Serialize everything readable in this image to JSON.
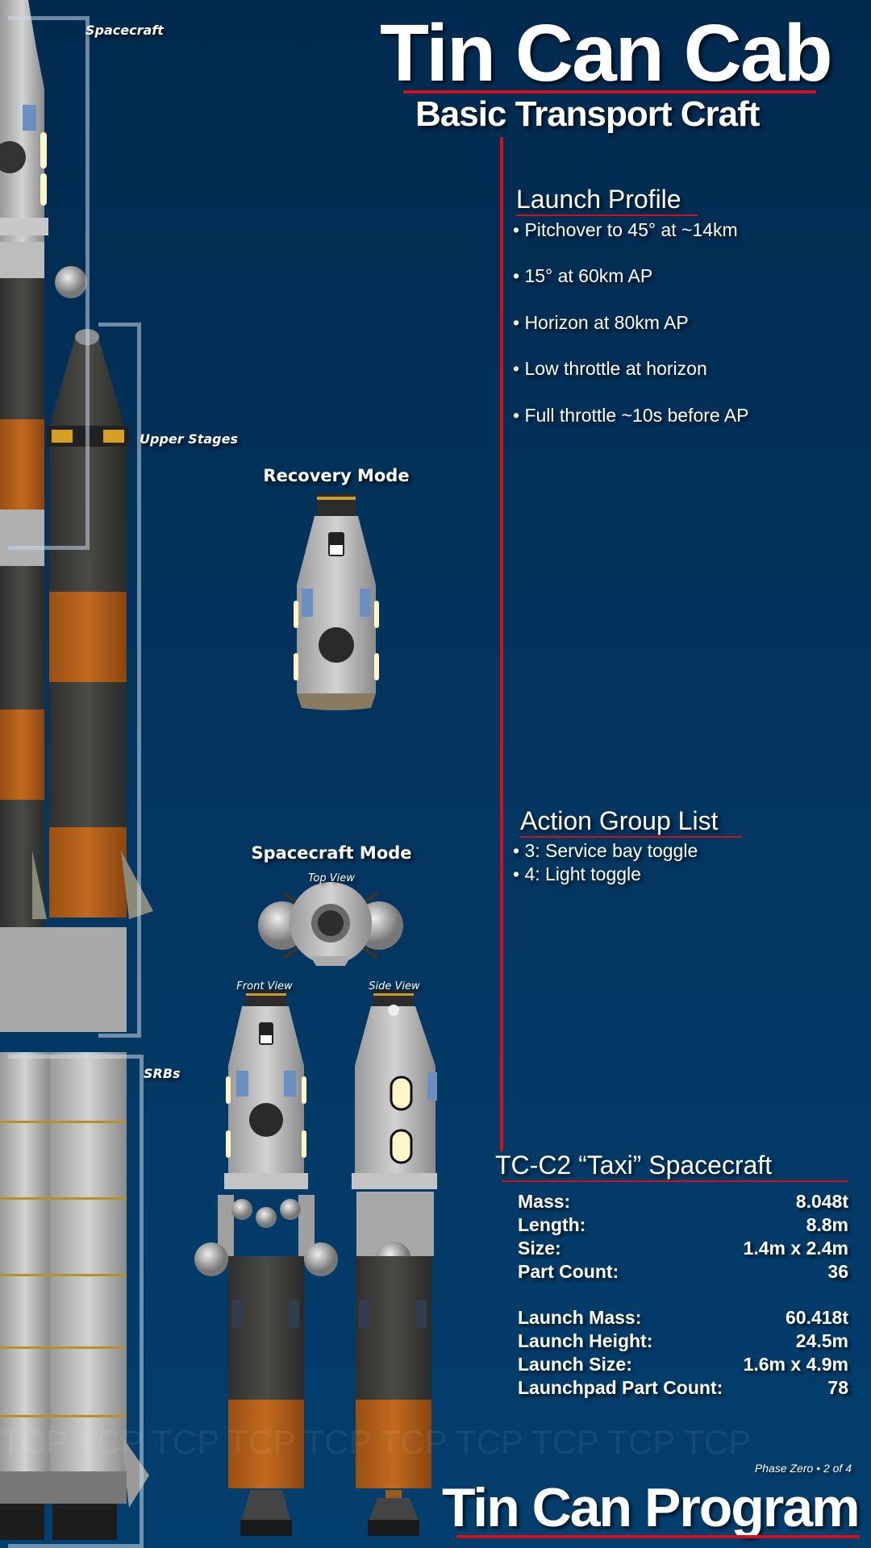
{
  "header": {
    "title": "Tin Can Cab",
    "subtitle": "Basic Transport Craft"
  },
  "launch_profile": {
    "heading": "Launch Profile",
    "items": [
      "• Pitchover to 45° at ~14km",
      "• 15° at 60km AP",
      "• Horizon at 80km AP",
      "• Low throttle at horizon",
      "• Full throttle ~10s before AP"
    ]
  },
  "action_groups": {
    "heading": "Action Group List",
    "items": [
      "• 3: Service bay toggle",
      "• 4: Light toggle"
    ]
  },
  "recovery": {
    "label": "Recovery Mode"
  },
  "spacecraft_mode": {
    "label": "Spacecraft Mode",
    "top_view": "Top View",
    "front_view": "Front View",
    "side_view": "Side View"
  },
  "rocket_callouts": {
    "spacecraft": "Spacecraft",
    "upper_stages": "Upper Stages",
    "srbs": "SRBs"
  },
  "specs": {
    "heading": "TC-C2 “Taxi” Spacecraft",
    "rows": [
      {
        "label": "Mass:",
        "value": "8.048t"
      },
      {
        "label": "Length:",
        "value": "8.8m"
      },
      {
        "label": "Size:",
        "value": "1.4m x 2.4m"
      },
      {
        "label": "Part Count:",
        "value": "36"
      }
    ],
    "launch_rows": [
      {
        "label": "Launch Mass:",
        "value": "60.418t"
      },
      {
        "label": "Launch Height:",
        "value": "24.5m"
      },
      {
        "label": "Launch Size:",
        "value": "1.6m x 4.9m"
      },
      {
        "label": "Launchpad Part Count:",
        "value": "78"
      }
    ]
  },
  "watermark": "TCP",
  "footer": {
    "phase": "Phase Zero • 2 of 4",
    "program": "Tin Can Program"
  },
  "colors": {
    "background": "#033f6e",
    "accent_red": "#d0101a",
    "orange": "#b5621a",
    "dark_stage": "#3a3b38",
    "hull": "#b8b8b8"
  }
}
